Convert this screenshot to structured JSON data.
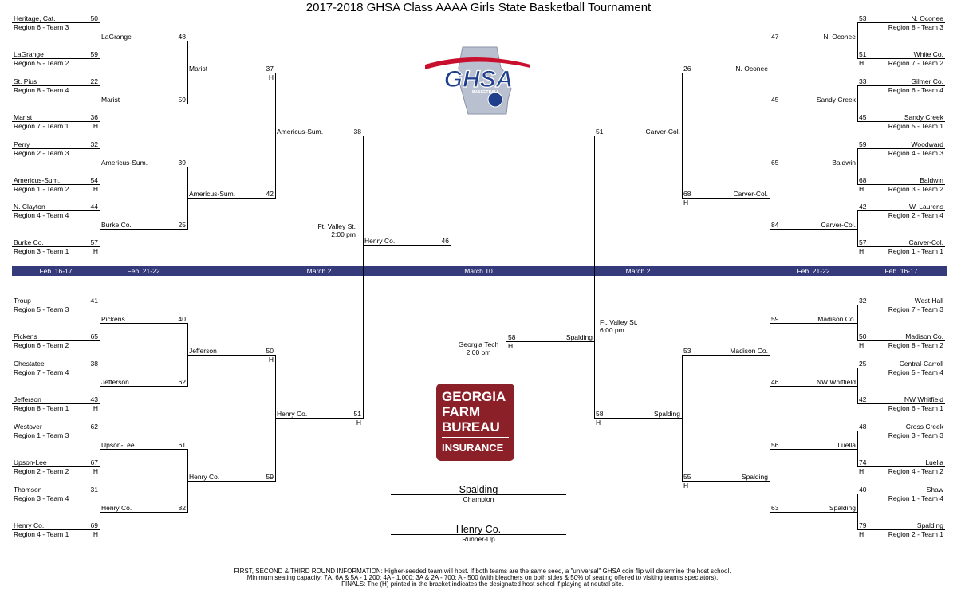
{
  "title": "2017-2018 GHSA Class AAAA Girls State Basketball Tournament",
  "rounds": {
    "r1": "Feb. 16-17",
    "r2": "Feb. 21-22",
    "r3": "March 2",
    "final": "March 10"
  },
  "host_mark": "H",
  "sites": {
    "left": [
      "Ft. Valley St.",
      "2:00 pm"
    ],
    "right": [
      "Ft. Valley St.",
      "6:00 pm"
    ],
    "final": [
      "Georgia Tech",
      "2:00 pm"
    ]
  },
  "teams": {
    "r1_left": [
      {
        "name": "Heritage, Cat.",
        "seed": "Region 6 - Team 3",
        "score": "50"
      },
      {
        "name": "LaGrange",
        "seed": "Region 5 - Team 2",
        "score": "59"
      },
      {
        "name": "St. Pius",
        "seed": "Region 8 - Team 4",
        "score": "22"
      },
      {
        "name": "Marist",
        "seed": "Region 7 - Team 1",
        "score": "36"
      },
      {
        "name": "Perry",
        "seed": "Region 2 - Team 3",
        "score": "32"
      },
      {
        "name": "Americus-Sum.",
        "seed": "Region 1 - Team 2",
        "score": "54"
      },
      {
        "name": "N. Clayton",
        "seed": "Region 4 - Team 4",
        "score": "44"
      },
      {
        "name": "Burke Co.",
        "seed": "Region 3 - Team 1",
        "score": "57"
      },
      {
        "name": "Troup",
        "seed": "Region 5 - Team 3",
        "score": "41"
      },
      {
        "name": "Pickens",
        "seed": "Region 6 - Team 2",
        "score": "65"
      },
      {
        "name": "Chestatee",
        "seed": "Region 7 - Team 4",
        "score": "38"
      },
      {
        "name": "Jefferson",
        "seed": "Region 8 - Team 1",
        "score": "43"
      },
      {
        "name": "Westover",
        "seed": "Region 1 - Team 3",
        "score": "62"
      },
      {
        "name": "Upson-Lee",
        "seed": "Region 2 - Team 2",
        "score": "67"
      },
      {
        "name": "Thomson",
        "seed": "Region 3 - Team 4",
        "score": "31"
      },
      {
        "name": "Henry Co.",
        "seed": "Region 4 - Team 1",
        "score": "69"
      }
    ],
    "r1_right": [
      {
        "name": "N. Oconee",
        "seed": "Region 8 - Team 3",
        "score": "53"
      },
      {
        "name": "White Co.",
        "seed": "Region 7 - Team 2",
        "score": "51"
      },
      {
        "name": "Gilmer Co.",
        "seed": "Region 6 - Team 4",
        "score": "33"
      },
      {
        "name": "Sandy Creek",
        "seed": "Region 5 - Team 1",
        "score": "45"
      },
      {
        "name": "Woodward",
        "seed": "Region 4 - Team 3",
        "score": "59"
      },
      {
        "name": "Baldwin",
        "seed": "Region 3 - Team 2",
        "score": "68"
      },
      {
        "name": "W. Laurens",
        "seed": "Region 2 - Team 4",
        "score": "42"
      },
      {
        "name": "Carver-Col.",
        "seed": "Region 1 - Team 1",
        "score": "57"
      },
      {
        "name": "West Hall",
        "seed": "Region 7 - Team 3",
        "score": "32"
      },
      {
        "name": "Madison Co.",
        "seed": "Region 8 - Team 2",
        "score": "50"
      },
      {
        "name": "Central-Carroll",
        "seed": "Region 5 - Team 4",
        "score": "25"
      },
      {
        "name": "NW Whitfield",
        "seed": "Region 6 - Team 1",
        "score": "42"
      },
      {
        "name": "Cross Creek",
        "seed": "Region 3 - Team 3",
        "score": "48"
      },
      {
        "name": "Luella",
        "seed": "Region 4 - Team 2",
        "score": "74"
      },
      {
        "name": "Shaw",
        "seed": "Region 1 - Team 4",
        "score": "40"
      },
      {
        "name": "Spalding",
        "seed": "Region 2 - Team 1",
        "score": "79"
      }
    ],
    "r2_left": [
      {
        "name": "LaGrange",
        "score": "48"
      },
      {
        "name": "Marist",
        "score": "59"
      },
      {
        "name": "Americus-Sum.",
        "score": "39"
      },
      {
        "name": "Burke Co.",
        "score": "25"
      },
      {
        "name": "Pickens",
        "score": "40"
      },
      {
        "name": "Jefferson",
        "score": "62"
      },
      {
        "name": "Upson-Lee",
        "score": "61"
      },
      {
        "name": "Henry Co.",
        "score": "82"
      }
    ],
    "r2_right": [
      {
        "name": "N. Oconee",
        "score": "47"
      },
      {
        "name": "Sandy Creek",
        "score": "45"
      },
      {
        "name": "Baldwin",
        "score": "65"
      },
      {
        "name": "Carver-Col.",
        "score": "84"
      },
      {
        "name": "Madison Co.",
        "score": "59"
      },
      {
        "name": "NW Whitfield",
        "score": "46"
      },
      {
        "name": "Luella",
        "score": "56"
      },
      {
        "name": "Spalding",
        "score": "63"
      }
    ],
    "r3_left": [
      {
        "name": "Marist",
        "score": "37"
      },
      {
        "name": "Americus-Sum.",
        "score": "42"
      },
      {
        "name": "Jefferson",
        "score": "50"
      },
      {
        "name": "Henry Co.",
        "score": "59"
      }
    ],
    "r3_right": [
      {
        "name": "N. Oconee",
        "score": "26"
      },
      {
        "name": "Carver-Col.",
        "score": "68"
      },
      {
        "name": "Madison Co.",
        "score": "53"
      },
      {
        "name": "Spalding",
        "score": "55"
      }
    ],
    "r4_left": [
      {
        "name": "Americus-Sum.",
        "score": "38"
      },
      {
        "name": "Henry Co.",
        "score": "51"
      }
    ],
    "r4_right": [
      {
        "name": "Carver-Col.",
        "score": "51"
      },
      {
        "name": "Spalding",
        "score": "58"
      }
    ],
    "finalists": [
      {
        "name": "Henry Co.",
        "score": "46"
      },
      {
        "name": "Spalding",
        "score": "58"
      }
    ]
  },
  "champion": {
    "name": "Spalding",
    "label": "Champion"
  },
  "runner_up": {
    "name": "Henry Co.",
    "label": "Runner-Up"
  },
  "logos": {
    "ghsa": "GHSA",
    "ghsa_sub": "BASKETBALL",
    "sponsor": [
      "GEORGIA",
      "FARM",
      "BUREAU",
      "INSURANCE"
    ]
  },
  "footer": [
    "FIRST, SECOND & THIRD ROUND INFORMATION: Higher-seeded team will host. If both teams are the same seed, a \"universal\" GHSA coin flip will determine the host school.",
    "Minimum seating capacity: 7A, 6A & 5A - 1,200; 4A - 1,000; 3A & 2A - 700; A - 500 (with bleachers on both sides & 50% of seating offered to visiting team's spectators).",
    "FINALS: The (H) printed in the bracket indicates the designated host school if playing at neutral site."
  ],
  "colors": {
    "band": "#353a7a",
    "ghsa_blue": "#1f3f8c",
    "ghsa_red": "#c8102e",
    "sponsor": "#8b2029"
  }
}
